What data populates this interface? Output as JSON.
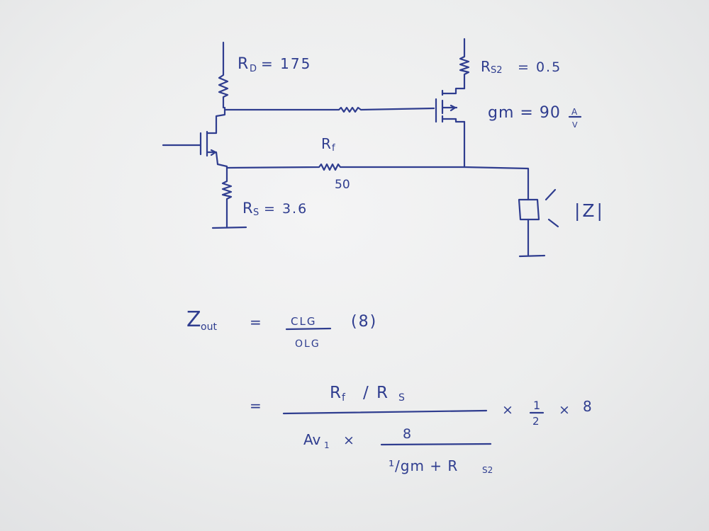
{
  "colors": {
    "ink": "#2f3d8f",
    "paper": "#eceded"
  },
  "circuit": {
    "rd_label": "R",
    "rd_sub": "D",
    "rd_value": "= 175",
    "rs2_label": "R",
    "rs2_sub": "S2",
    "rs2_value": "= 0.5",
    "gm_label": "gm = 90",
    "gm_unit_num": "A",
    "gm_unit_den": "V",
    "rf_label": "R",
    "rf_sub": "f",
    "rf_value": "50",
    "rs_label": "R",
    "rs_sub": "S",
    "rs_value": "= 3.6",
    "speaker_label": "|Z|"
  },
  "equation1": {
    "lhs": "Z",
    "lhs_sub": "out",
    "equals": "=",
    "numerator": "CLG",
    "denominator": "OLG",
    "factor": "(8)"
  },
  "equation2": {
    "equals": "=",
    "numerator": "R",
    "numerator_sub1": "f",
    "numerator_mid": "/ R",
    "numerator_sub2": "S",
    "av": "Av",
    "av_sub": "1",
    "times": "×",
    "inner_num": "8",
    "inner_den": "¹/gm + R",
    "inner_den_sub": "S2",
    "times_half": "×",
    "half_num": "1",
    "half_den": "2",
    "times_eight": "×",
    "eight": "8"
  }
}
